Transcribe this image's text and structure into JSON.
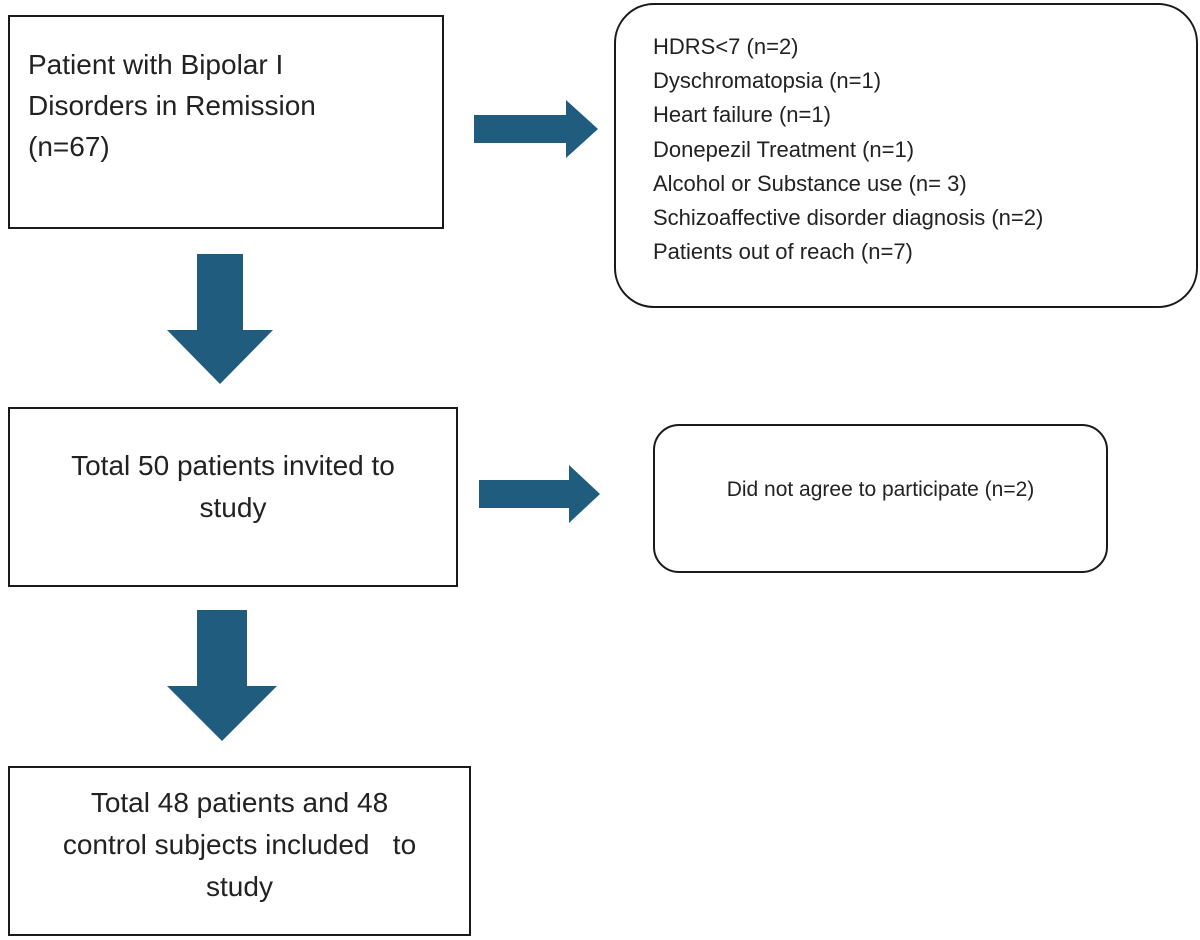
{
  "flow": {
    "start": {
      "lines": [
        "Patient with Bipolar I",
        "Disorders in Remission",
        "(n=67)"
      ]
    },
    "exclusions": {
      "items": [
        "HDRS<7 (n=2)",
        "Dyschromatopsia (n=1)",
        "Heart failure (n=1)",
        "Donepezil Treatment (n=1)",
        "Alcohol or Substance use (n= 3)",
        "Schizoaffective disorder diagnosis (n=2)",
        "Patients out of reach (n=7)"
      ]
    },
    "invited": {
      "lines": [
        "Total 50 patients invited to",
        "study"
      ]
    },
    "declined": {
      "text": "Did not agree to participate (n=2)"
    },
    "included": {
      "lines": [
        "Total 48 patients and 48",
        "control subjects included   to",
        "study"
      ]
    }
  },
  "colors": {
    "arrow": "#1f5c7e",
    "border": "#1a1a1a"
  }
}
